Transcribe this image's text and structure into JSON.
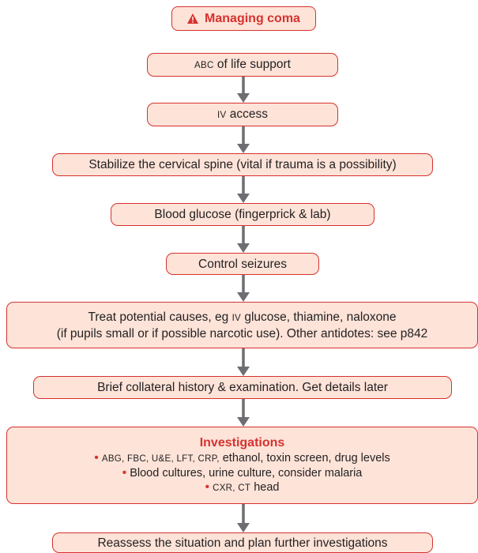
{
  "title": {
    "icon": "warning-triangle-icon",
    "text": "Managing coma"
  },
  "steps": {
    "abc": {
      "abbr": "ABC",
      "text": " of life support"
    },
    "iv": {
      "abbr": "IV",
      "text": " access"
    },
    "spine": {
      "text": "Stabilize the cervical spine (vital if trauma is a possibility)"
    },
    "glucose": {
      "text": "Blood glucose (fingerprick & lab)"
    },
    "seizures": {
      "text": "Control seizures"
    },
    "treat": {
      "line1_pre": "Treat potential causes, eg ",
      "line1_abbr": "IV",
      "line1_post": " glucose, thiamine, naloxone",
      "line2": "(if pupils small or if possible narcotic use). Other antidotes: see p842"
    },
    "history": {
      "text": "Brief collateral history & examination. Get details later"
    },
    "investigations": {
      "heading": "Investigations",
      "line1_abbr": "ABG, FBC, U&E, LFT, CRP,",
      "line1_text": " ethanol, toxin screen, drug levels",
      "line2": "Blood cultures, urine culture, consider malaria",
      "line3_abbr": "CXR, CT",
      "line3_text": " head"
    },
    "reassess": {
      "text": "Reassess the situation and plan further investigations"
    }
  },
  "colors": {
    "box_fill": "#fde3d8",
    "box_border": "#d6322f",
    "accent": "#d6322f",
    "arrow": "#6d6e71"
  }
}
